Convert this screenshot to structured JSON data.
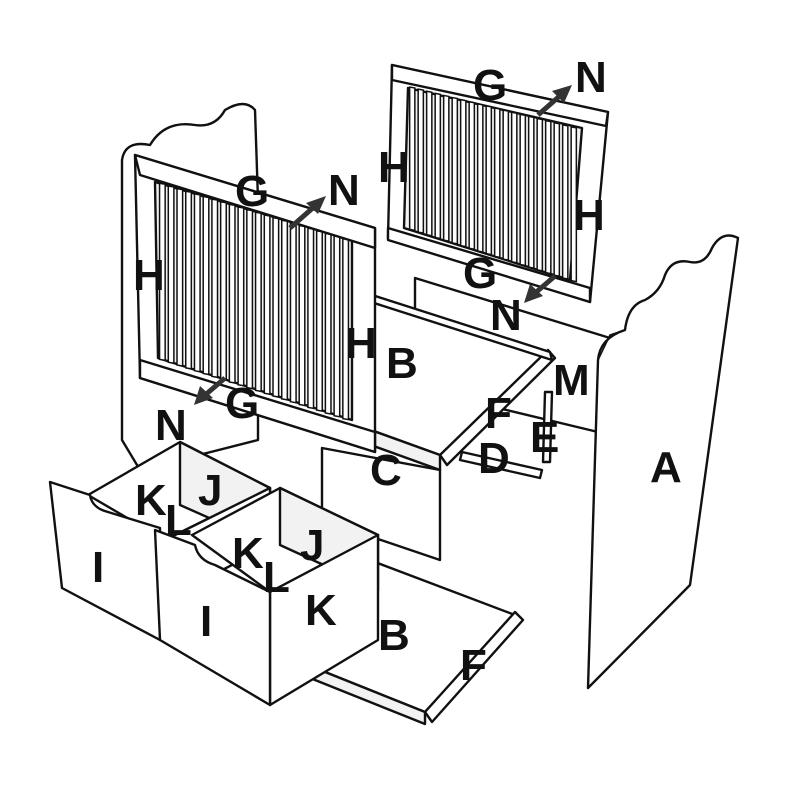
{
  "colors": {
    "line": "#111111",
    "fill": "#ffffff",
    "arrow": "#333333"
  },
  "labels": {
    "A": "A",
    "B": "B",
    "C": "C",
    "D": "D",
    "E": "E",
    "F": "F",
    "G": "G",
    "H": "H",
    "I": "I",
    "J": "J",
    "K": "K",
    "L": "L",
    "M": "M",
    "N": "N"
  }
}
